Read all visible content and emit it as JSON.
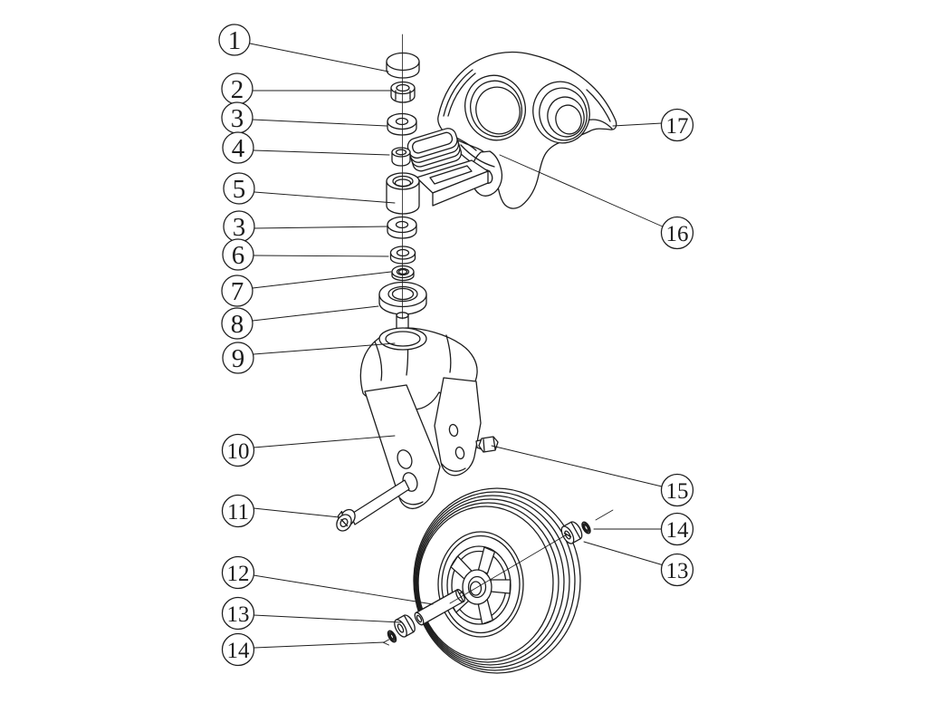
{
  "figure": {
    "background_color": "#ffffff",
    "line_color": "#1c1c1c",
    "kind": "exploded-view parts diagram"
  },
  "callouts": [
    {
      "label": "1"
    },
    {
      "label": "2"
    },
    {
      "label": "3"
    },
    {
      "label": "4"
    },
    {
      "label": "5"
    },
    {
      "label": "3"
    },
    {
      "label": "6"
    },
    {
      "label": "7"
    },
    {
      "label": "8"
    },
    {
      "label": "9"
    },
    {
      "label": "10"
    },
    {
      "label": "11"
    },
    {
      "label": "12"
    },
    {
      "label": "13"
    },
    {
      "label": "14"
    },
    {
      "label": "17"
    },
    {
      "label": "16"
    },
    {
      "label": "15"
    },
    {
      "label": "14"
    },
    {
      "label": "13"
    }
  ]
}
